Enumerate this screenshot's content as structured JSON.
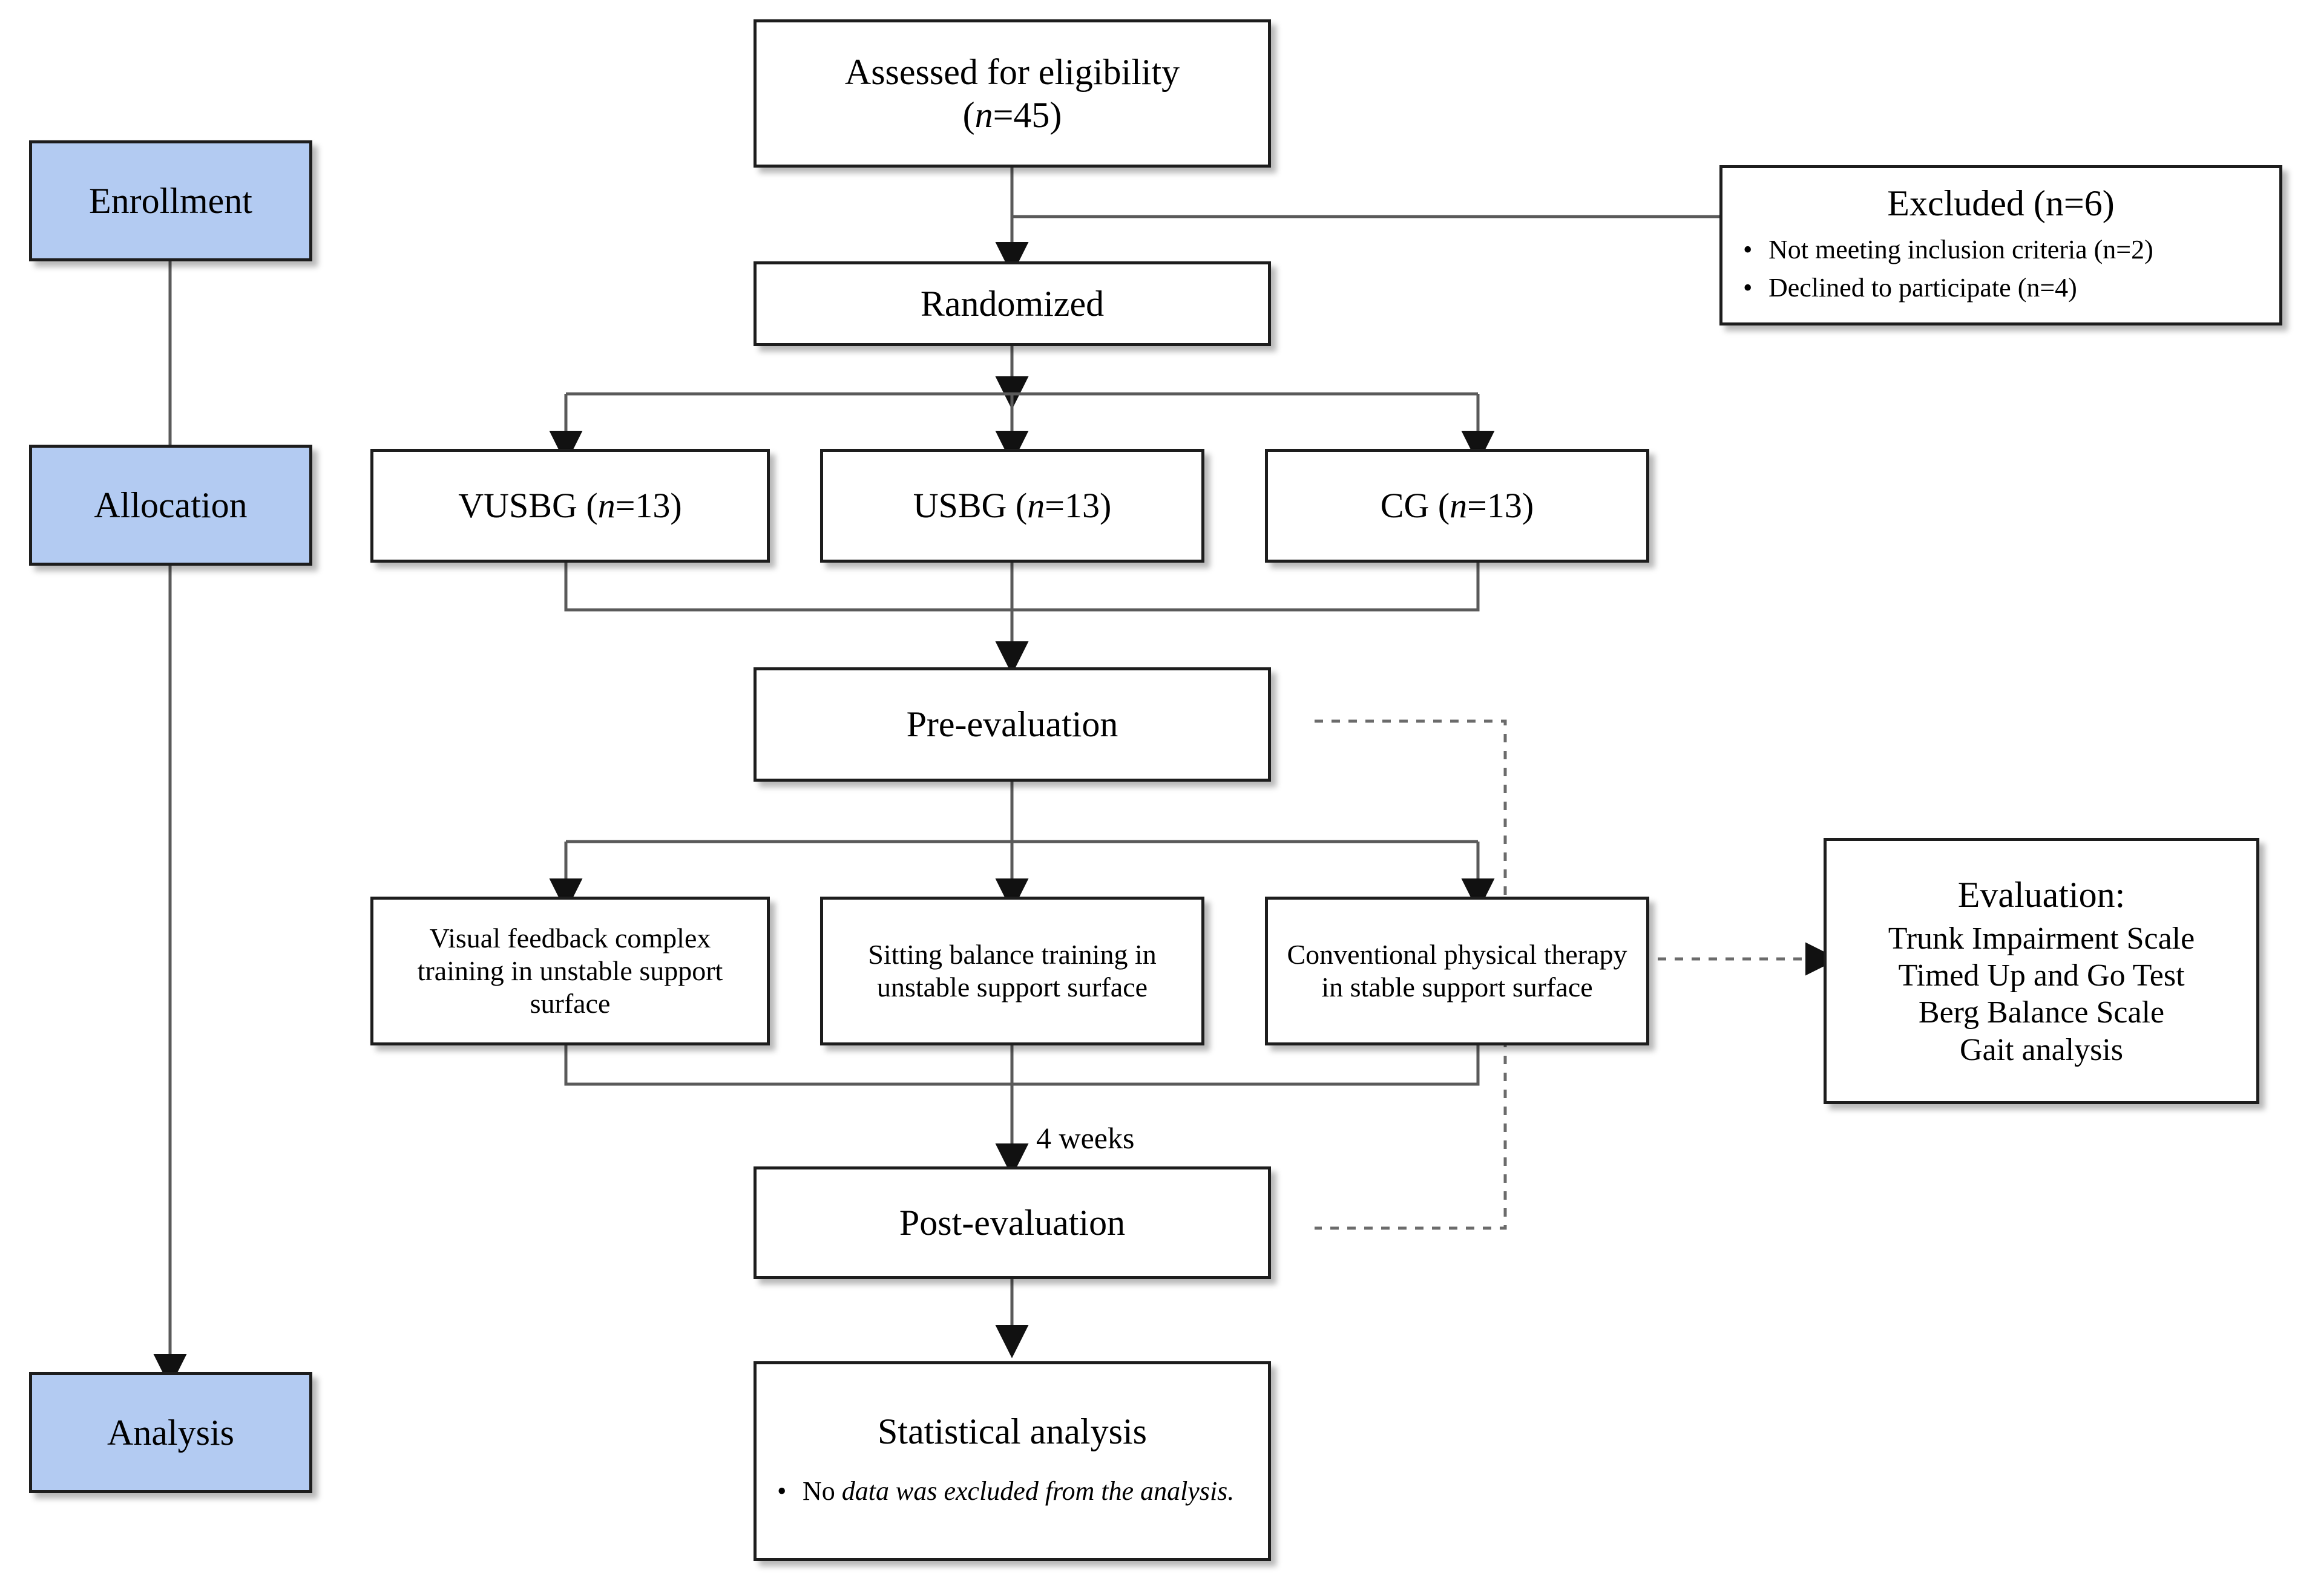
{
  "diagram": {
    "title": "CONSORT participant flow diagram",
    "phase_fill": "#b3cbf2",
    "line_color": "#555555",
    "border_color": "#1d1d1d"
  },
  "phases": [
    {
      "name": "enrollment",
      "label": "Enrollment"
    },
    {
      "name": "allocation",
      "label": "Allocation"
    },
    {
      "name": "analysis",
      "label": "Analysis"
    }
  ],
  "nodes": {
    "assessed": {
      "line1": "Assessed for eligibility",
      "line2_pre": "(",
      "line2_n": "n",
      "line2_post": "=45)"
    },
    "excluded": {
      "header": "Excluded (n=6)",
      "items": [
        "Not meeting inclusion criteria (n=2)",
        "Declined to participate (n=4)"
      ],
      "bullet": "•"
    },
    "randomized": {
      "label": "Randomized"
    },
    "groups": [
      {
        "name": "vusbg",
        "label_pre": "VUSBG (",
        "label_n": "n",
        "label_post": "=13)"
      },
      {
        "name": "usbg",
        "label_pre": "USBG (",
        "label_n": "n",
        "label_post": "=13)"
      },
      {
        "name": "cg",
        "label_pre": "CG (",
        "label_n": "n",
        "label_post": "=13)"
      }
    ],
    "pre_evaluation": {
      "label": "Pre-evaluation"
    },
    "interventions": [
      {
        "name": "visual-feedback",
        "label": "Visual feedback complex training in unstable support surface"
      },
      {
        "name": "sitting-balance",
        "label": "Sitting balance training in unstable support surface"
      },
      {
        "name": "conventional-pt",
        "label": "Conventional physical therapy in stable support surface"
      }
    ],
    "evaluation": {
      "header": "Evaluation:",
      "items": [
        "Trunk Impairment Scale",
        "Timed Up and Go Test",
        "Berg Balance Scale",
        "Gait analysis"
      ]
    },
    "duration_label": "4 weeks",
    "post_evaluation": {
      "label": "Post-evaluation"
    },
    "statistical_analysis": {
      "header": "Statistical analysis",
      "bullet": "•",
      "item_plain": "No ",
      "item_italic": "data was excluded from the analysis."
    }
  }
}
